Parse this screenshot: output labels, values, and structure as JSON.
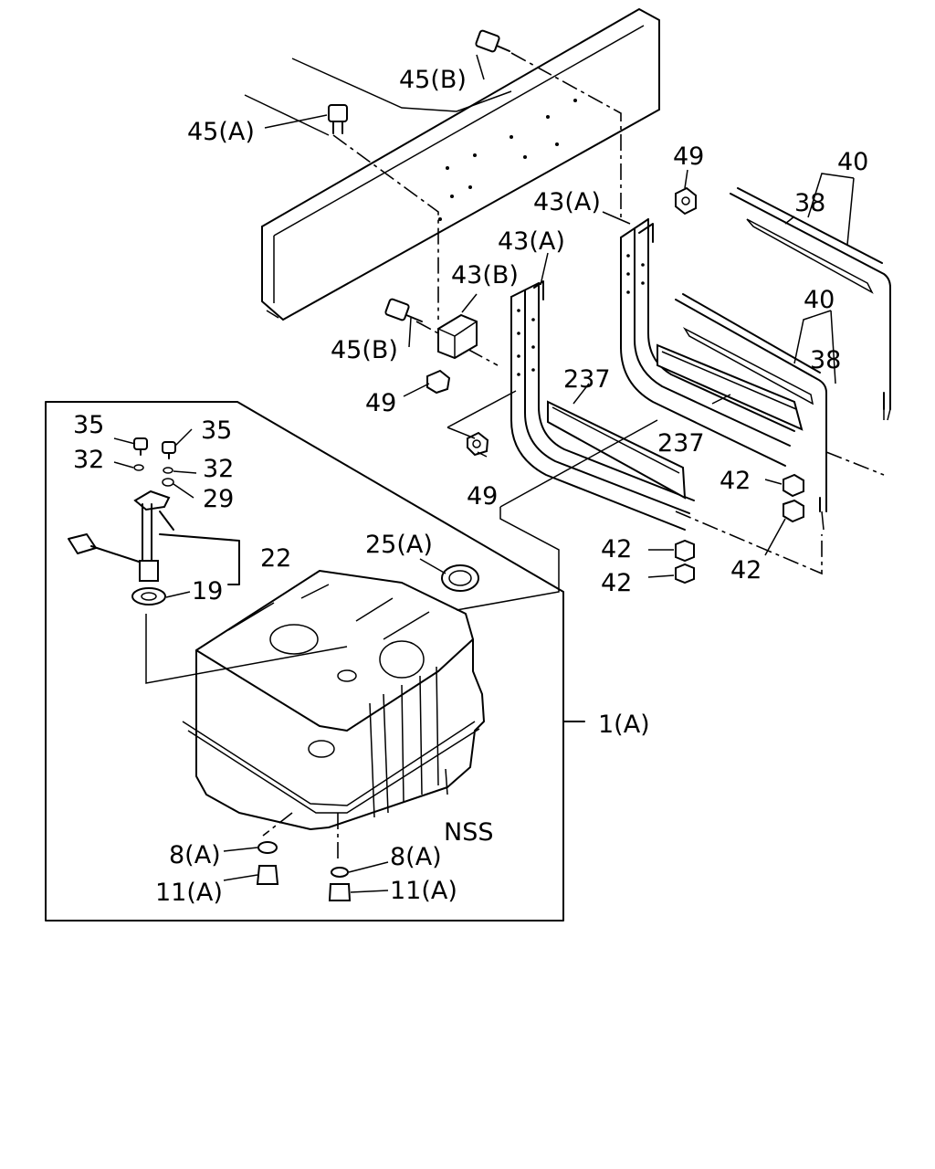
{
  "labels": {
    "l45b_top": "45(B)",
    "l45a": "45(A)",
    "l49_top": "49",
    "l40_top": "40",
    "l38_top": "38",
    "l43a_1": "43(A)",
    "l43a_2": "43(A)",
    "l43b": "43(B)",
    "l45b_mid": "45(B)",
    "l49_mid": "49",
    "l40_mid": "40",
    "l38_mid": "38",
    "l237_1": "237",
    "l237_2": "237",
    "l49_low": "49",
    "l42_1": "42",
    "l42_2": "42",
    "l42_3": "42",
    "l42_4": "42",
    "l35_1": "35",
    "l35_2": "35",
    "l32_1": "32",
    "l32_2": "32",
    "l29": "29",
    "l22": "22",
    "l19": "19",
    "l25a": "25(A)",
    "l1a": "1(A)",
    "lnss": "NSS",
    "l8a_1": "8(A)",
    "l8a_2": "8(A)",
    "l11a_1": "11(A)",
    "l11a_2": "11(A)"
  }
}
